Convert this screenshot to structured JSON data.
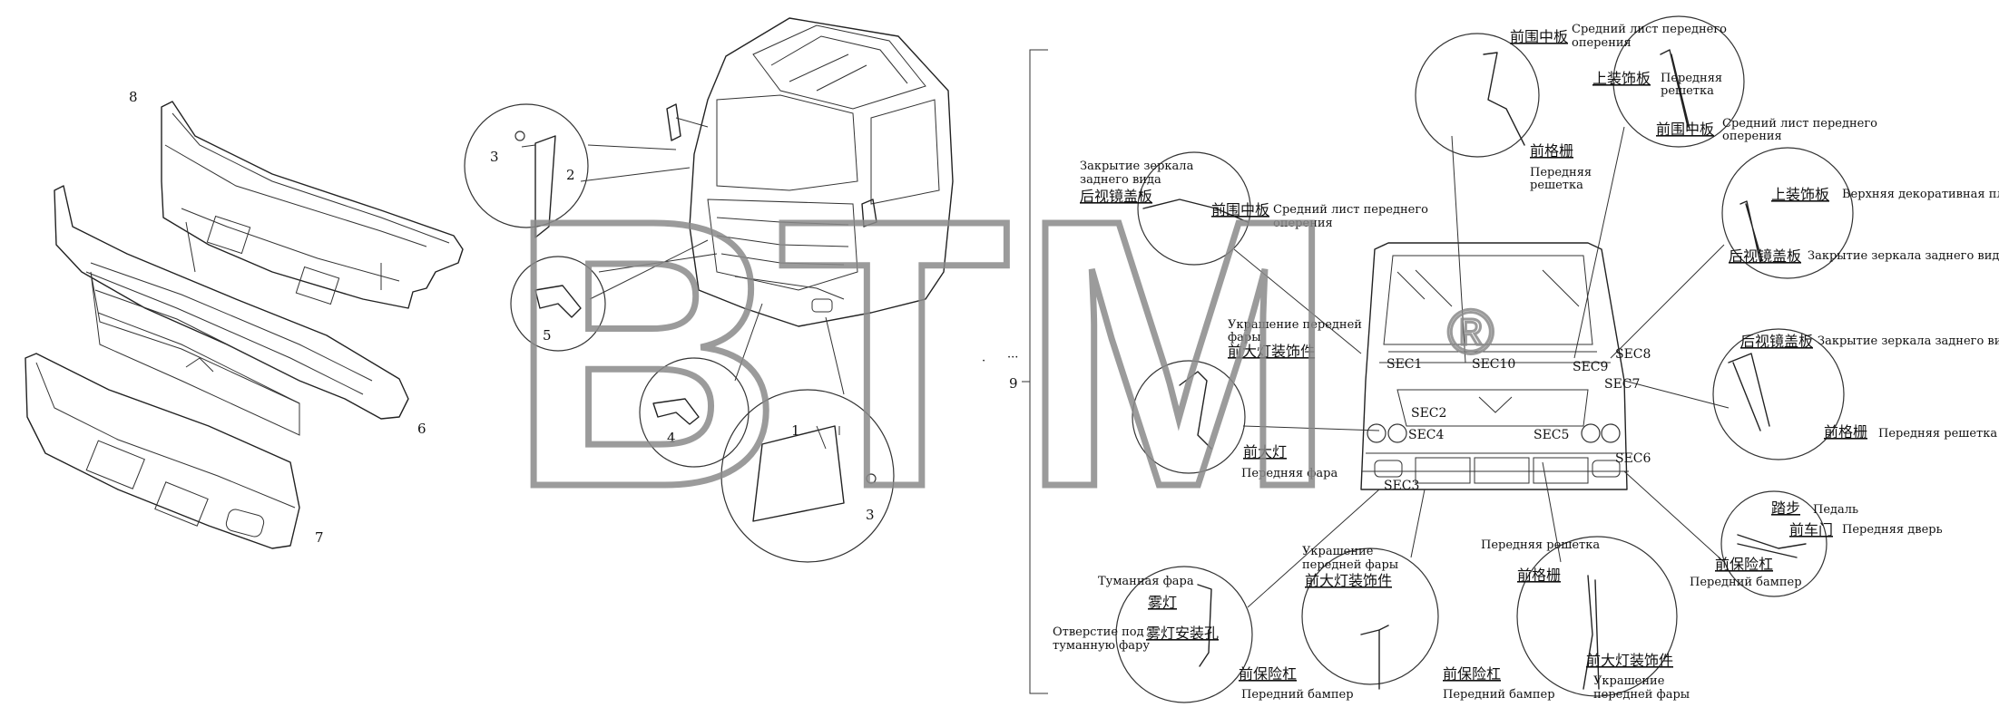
{
  "parts": [
    "1",
    "2",
    "3",
    "3",
    "4",
    "5",
    "6",
    "7",
    "8",
    "9"
  ],
  "watermark": {
    "text": "ВТМ",
    "mark": "®",
    "color": "#9a9a9a"
  },
  "sections": [
    "SEC1",
    "SEC2",
    "SEC3",
    "SEC4",
    "SEC5",
    "SEC6",
    "SEC7",
    "SEC8",
    "SEC9",
    "SEC10"
  ],
  "labels": {
    "mirror_cover_cn": "后视镜盖板",
    "mirror_cover_ru": [
      "Закрытие зеркала",
      "заднего вида"
    ],
    "mid_panel_cn": "前围中板",
    "mid_panel_ru": [
      "Средний лист переднего",
      "оперения"
    ],
    "headlamp_trim_ru": [
      "Украшение передней",
      "фары"
    ],
    "headlamp_trim_cn": "前大灯装饰件",
    "headlamp_cn": "前大灯",
    "headlamp_ru": "Передняя фара",
    "top_mid_panel_cn": "前围中板",
    "top_mid_panel_ru": [
      "Средний лист переднего",
      "оперения"
    ],
    "top_grille_cn": "前格栅",
    "top_grille_ru": [
      "Передняя",
      "решетка"
    ],
    "upper_trim_cn": "上装饰板",
    "upper_grille_ru": [
      "Передняя",
      "решетка"
    ],
    "right_mid_panel_cn": "前围中板",
    "right_mid_panel_ru": [
      "Средний лист переднего",
      "оперения"
    ],
    "deco_plate_cn": "上装饰板",
    "deco_plate_ru": "Верхняя декоративная плита",
    "mirror2_cn": "后视镜盖板",
    "mirror2_ru": "Закрытие зеркала заднего вида",
    "mirror3_cn": "后视镜盖板",
    "mirror3_ru": "Закрытие зеркала заднего вида",
    "grille3_cn": "前格栅",
    "grille3_ru": "Передняя решетка",
    "step_cn": "踏步",
    "step_ru": "Педаль",
    "door_cn": "前车门",
    "door_ru": "Передняя дверь",
    "bumper4_cn": "前保险杠",
    "bumper4_ru": "Передний бампер",
    "fog_ru": "Туманная фара",
    "fog_cn": "雾灯",
    "fog_hole_ru": [
      "Отверстие под",
      "туманную фару"
    ],
    "fog_hole_cn": "雾灯安装孔",
    "bumper1_cn": "前保险杠",
    "bumper1_ru": "Передний бампер",
    "trim2_ru": [
      "Украшение",
      "передней фары"
    ],
    "trim2_cn": "前大灯装饰件",
    "bumper2_cn": "前保险杠",
    "bumper2_ru": "Передний бампер",
    "grille4_ru": "Передняя решетка",
    "grille4_cn": "前格栅",
    "trim3_cn": "前大灯装饰件",
    "trim3_ru": [
      "Украшение",
      "передней фары"
    ]
  }
}
